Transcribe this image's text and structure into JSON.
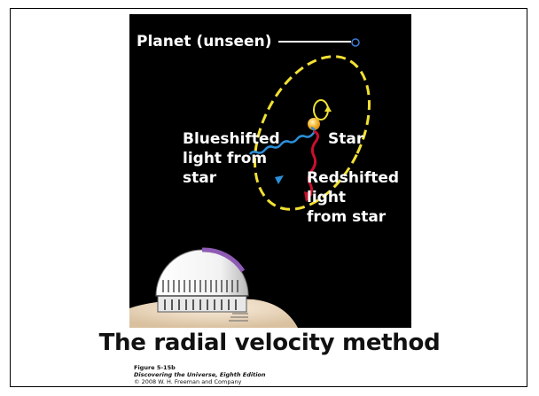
{
  "diagram": {
    "planet_label": "Planet (unseen)",
    "star_label": "Star",
    "blueshift_lines": [
      "Blueshifted",
      "light from",
      "star"
    ],
    "redshift_lines": [
      "Redshifted",
      "light",
      "from star"
    ]
  },
  "title": "The radial velocity method",
  "caption": {
    "figure": "Figure 5-15b",
    "book": "Discovering the Universe, Eighth Edition",
    "copyright": "© 2008 W. H. Freeman and Company"
  },
  "colors": {
    "background": "#000000",
    "orbit": "#f2e034",
    "star": "#f5a623",
    "blueshift": "#2b8fd8",
    "redshift": "#c8102e",
    "dome_accent": "#8e5bb5"
  }
}
